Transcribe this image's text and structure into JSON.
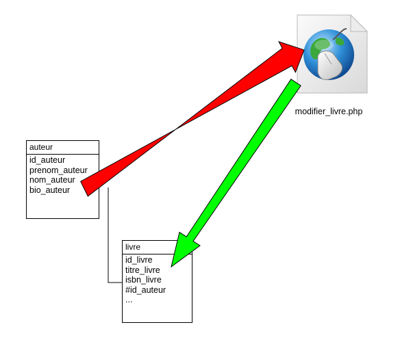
{
  "tables": {
    "auteur": {
      "title": "auteur",
      "fields": [
        "id_auteur",
        "prenom_auteur",
        "nom_auteur",
        "bio_auteur"
      ]
    },
    "livre": {
      "title": "livre",
      "fields": [
        "id_livre",
        "titre_livre",
        "isbn_livre",
        "#id_auteur",
        "..."
      ]
    }
  },
  "file": {
    "name": "modifier_livre.php",
    "icon": "php-file-globe-mouse-icon"
  },
  "colors": {
    "arrow_to_file": "#ff0000",
    "arrow_to_table": "#00ff00",
    "lines": "#000000"
  }
}
